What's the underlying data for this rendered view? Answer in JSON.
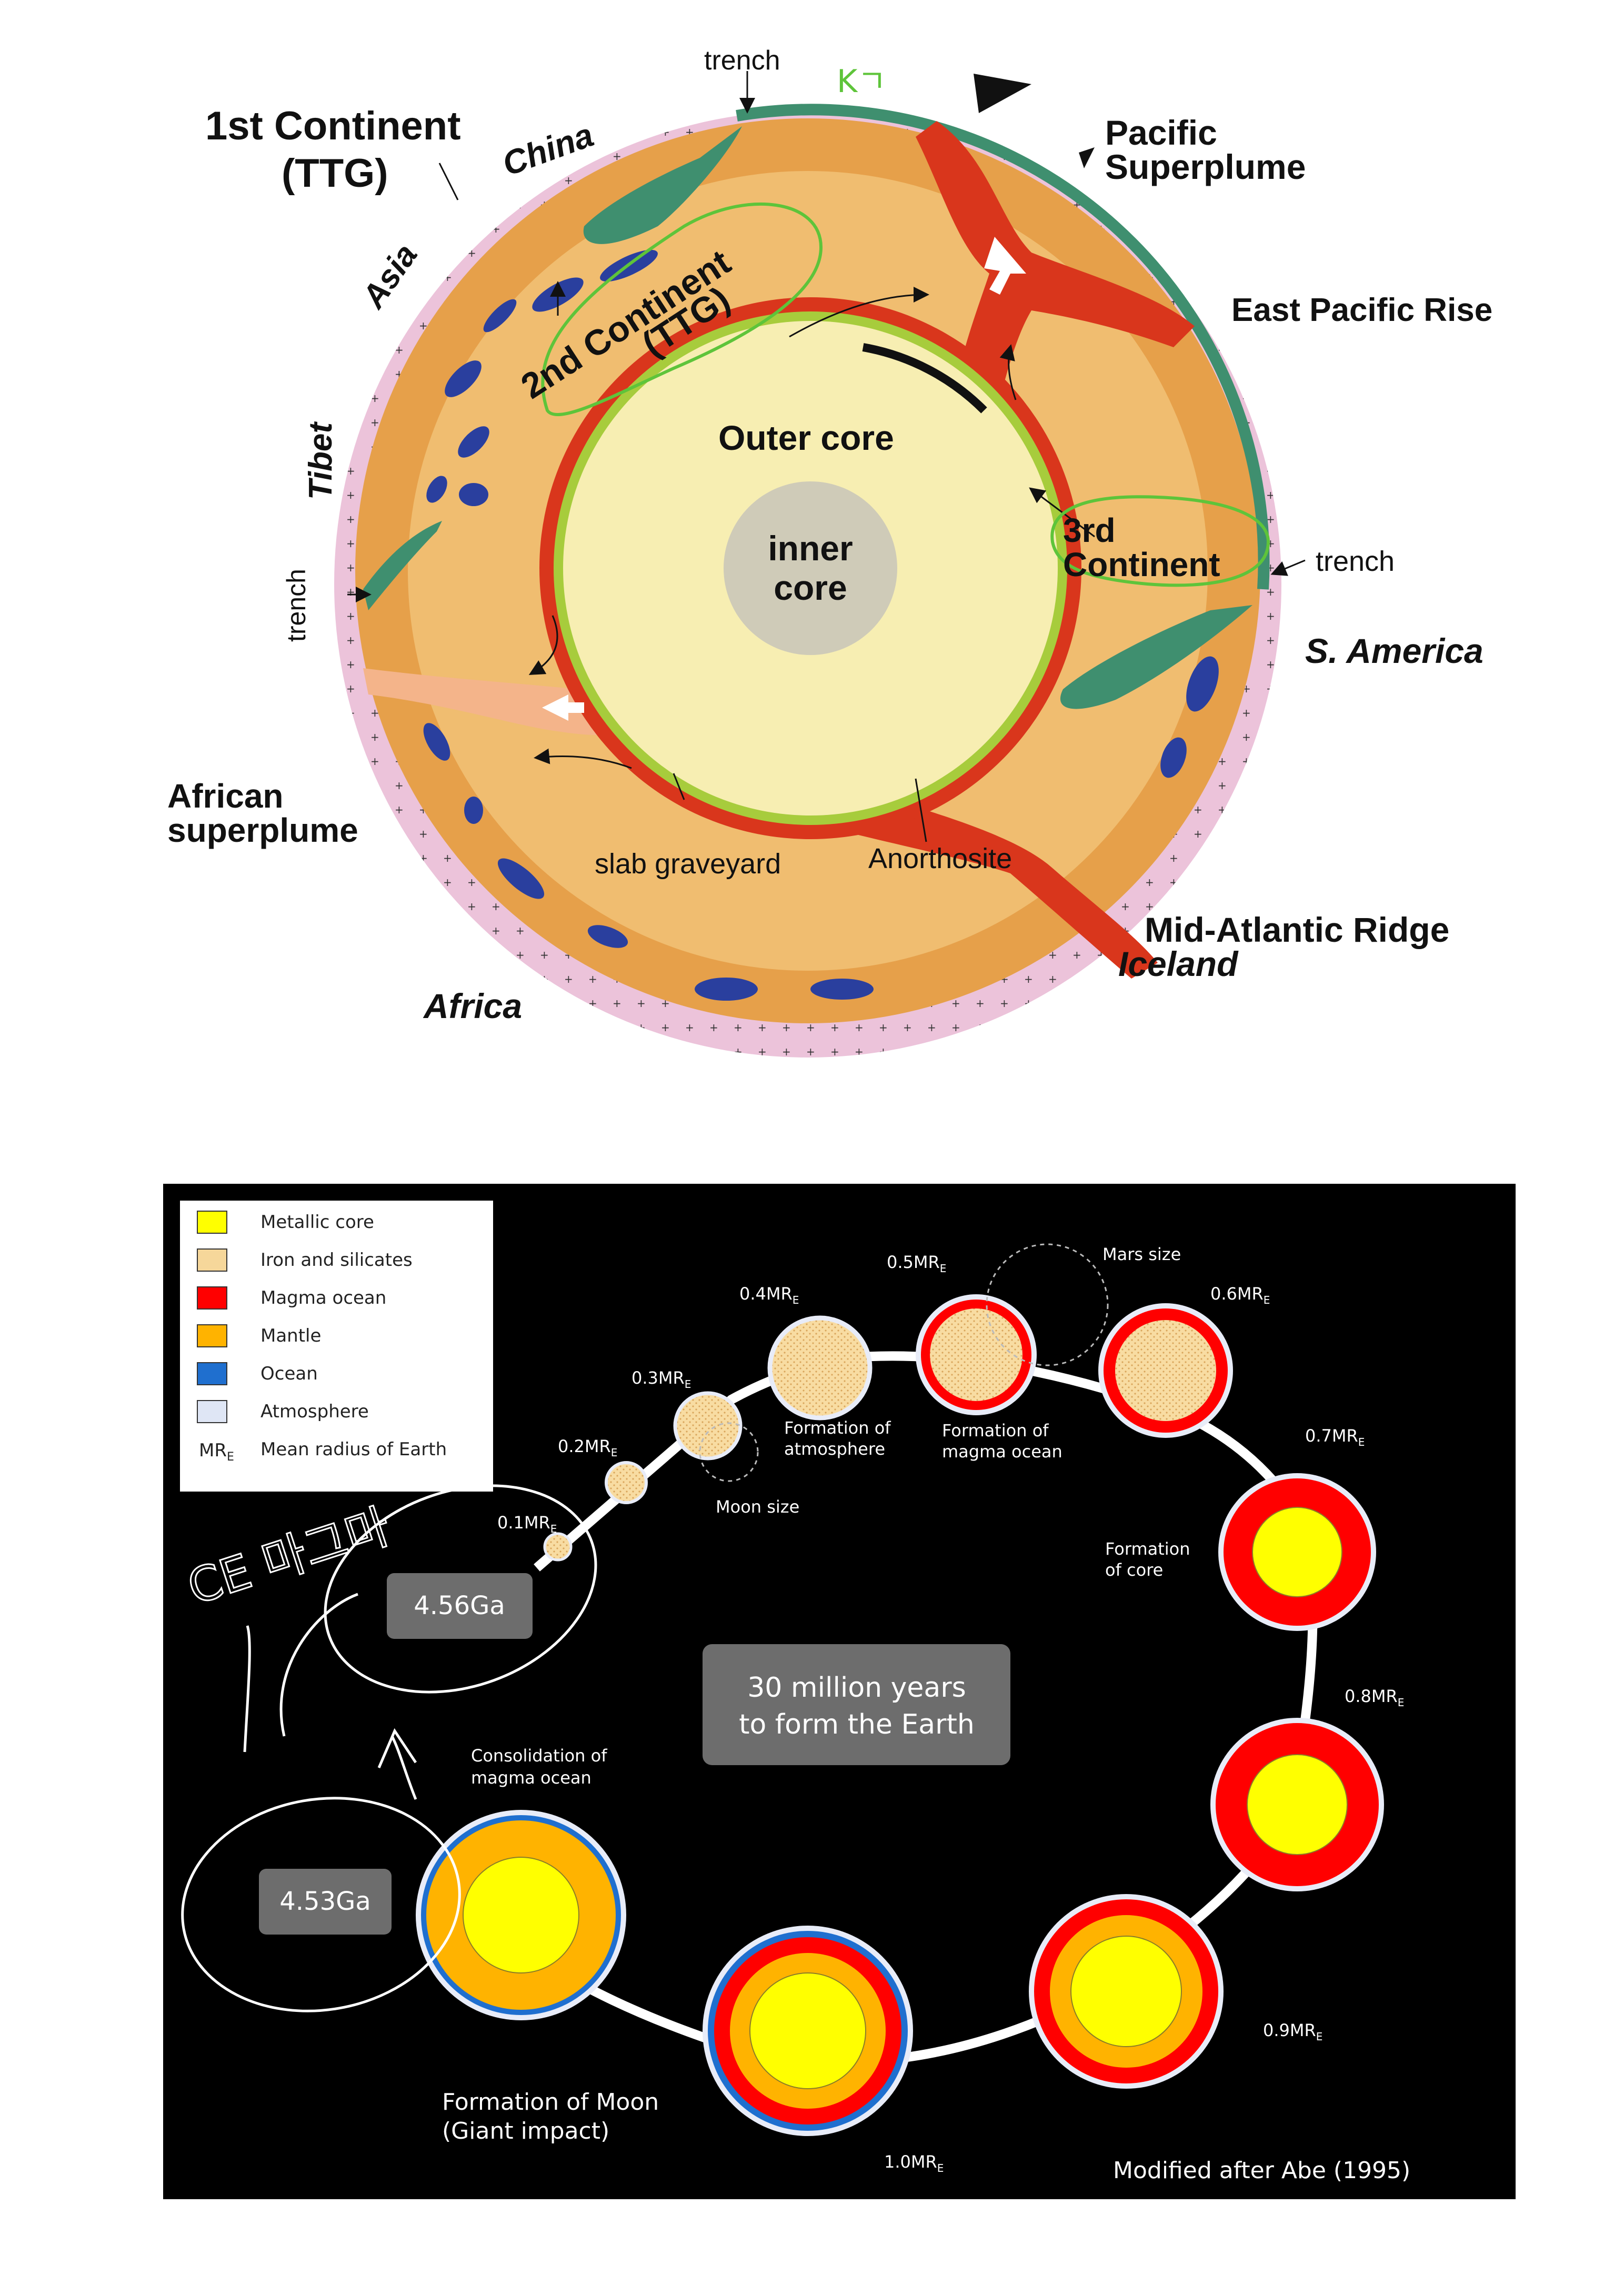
{
  "earth_cross_section": {
    "labels": {
      "trench_top": "trench",
      "handwritten_top": "Kㄱ",
      "first_continent_line1": "1st Continent",
      "first_continent_line2": "(TTG)",
      "china": "China",
      "asia": "Asia",
      "tibet": "Tibet",
      "trench_left": "trench",
      "african_superplume_line1": "African",
      "african_superplume_line2": "superplume",
      "africa": "Africa",
      "second_continent_line1": "2nd Continent",
      "second_continent_line2": "(TTG)",
      "outer_core": "Outer core",
      "inner_core_line1": "inner",
      "inner_core_line2": "core",
      "pacific_superplume_line1": "Pacific",
      "pacific_superplume_line2": "Superplume",
      "east_pacific_rise": "East Pacific Rise",
      "third_continent_line1": "3rd",
      "third_continent_line2": "Continent",
      "trench_right": "trench",
      "south_america": "S. America",
      "slab_graveyard": "slab graveyard",
      "anorthosite": "Anorthosite",
      "mid_atlantic_ridge": "Mid-Atlantic Ridge",
      "iceland": "Iceland"
    },
    "colors": {
      "crust_pink": "#ecc3da",
      "upper_mantle": "#e6a04a",
      "lower_mantle": "#f0bd70",
      "plume_red": "#d9361c",
      "outer_core": "#f7eeb2",
      "inner_core": "#cfcbb8",
      "slab_green": "#3f8f6f",
      "blob_blue": "#2a3f9e",
      "anorthosite_green": "#a7cc3c",
      "annotation_green": "#5ec43a"
    }
  },
  "earth_formation": {
    "legend": [
      {
        "key": "",
        "label": "Metallic core",
        "color": "#ffff00"
      },
      {
        "key": "",
        "label": "Iron and silicates",
        "color": "#f6d79a"
      },
      {
        "key": "",
        "label": "Magma ocean",
        "color": "#ff0000"
      },
      {
        "key": "",
        "label": "Mantle",
        "color": "#ffb300"
      },
      {
        "key": "",
        "label": "Ocean",
        "color": "#1f6fcf"
      },
      {
        "key": "",
        "label": "Atmosphere",
        "color": "#dfe6f5"
      },
      {
        "key": "MR",
        "label": "Mean radius of Earth",
        "color": ""
      }
    ],
    "stages": [
      {
        "radius_label": "0.1MR",
        "sub": "E"
      },
      {
        "radius_label": "0.2MR",
        "sub": "E"
      },
      {
        "radius_label": "0.3MR",
        "sub": "E"
      },
      {
        "radius_label": "0.4MR",
        "sub": "E"
      },
      {
        "radius_label": "0.5MR",
        "sub": "E"
      },
      {
        "radius_label": "0.6MR",
        "sub": "E"
      },
      {
        "radius_label": "0.7MR",
        "sub": "E"
      },
      {
        "radius_label": "0.8MR",
        "sub": "E"
      },
      {
        "radius_label": "0.9MR",
        "sub": "E"
      },
      {
        "radius_label": "1.0MR",
        "sub": "E"
      }
    ],
    "start_badge": "4.56Ga",
    "end_badge": "4.53Ga",
    "center_line1": "30 million years",
    "center_line2": "to form the Earth",
    "moon_size": "Moon size",
    "mars_size": "Mars size",
    "formation_atmosphere_line1": "Formation of",
    "formation_atmosphere_line2": "atmosphere",
    "formation_magma_line1": "Formation of",
    "formation_magma_line2": "magma ocean",
    "formation_core_line1": "Formation",
    "formation_core_line2": "of core",
    "consolidation_line1": "Consolidation of",
    "consolidation_line2": "magma ocean",
    "formation_moon_line1": "Formation of Moon",
    "formation_moon_line2": "(Giant impact)",
    "credit": "Modified after Abe (1995)",
    "handwritten": "CE 마그마"
  }
}
